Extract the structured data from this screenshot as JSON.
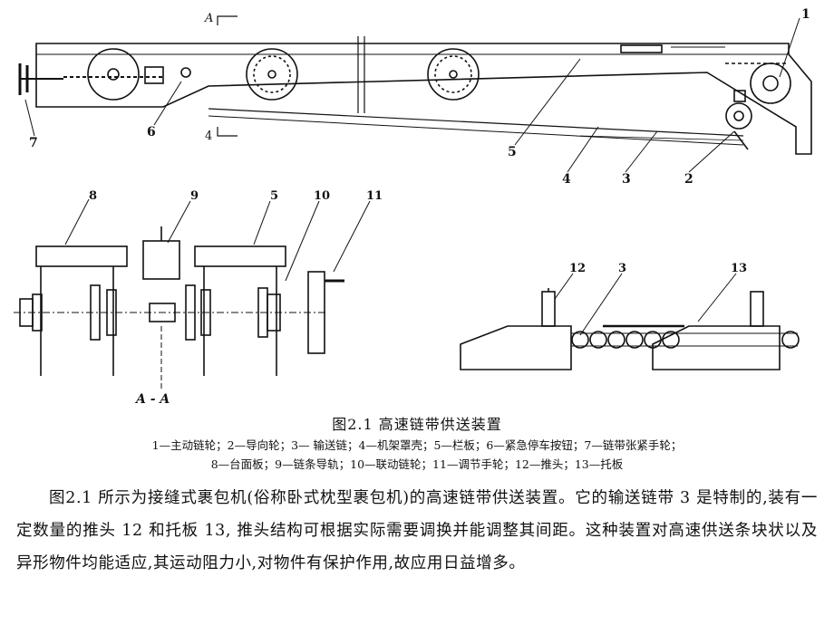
{
  "figure": {
    "callouts_top": [
      "1",
      "2",
      "3",
      "4",
      "5",
      "6",
      "7"
    ],
    "section_marks": [
      "A",
      "4"
    ],
    "callouts_section": [
      "8",
      "9",
      "5",
      "10",
      "11"
    ],
    "section_label": "A - A",
    "callouts_chain": [
      "12",
      "3",
      "13"
    ]
  },
  "caption": "图2.1 高速链带供送装置",
  "legend": {
    "line1": "1—主动链轮；2—导向轮；3— 输送链；4—机架罩壳；5—栏板；6—紧急停车按钮；7—链带张紧手轮；",
    "line2": "8—台面板；9—链条导轨；10—联动链轮；11—调节手轮；12—推头；13—托板"
  },
  "body_text": "图2.1 所示为接缝式裹包机(俗称卧式枕型裹包机)的高速链带供送装置。它的输送链带 3 是特制的,装有一定数量的推头 12 和托板 13, 推头结构可根据实际需要调换并能调整其间距。这种装置对高速供送条块状以及异形物件均能适应,其运动阻力小,对物件有保护作用,故应用日益增多。"
}
